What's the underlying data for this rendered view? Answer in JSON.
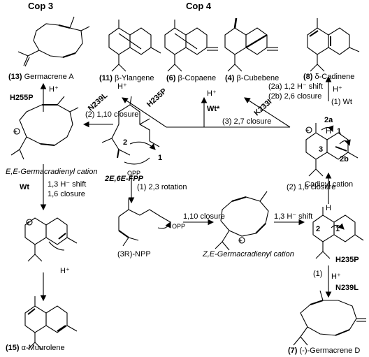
{
  "headers": {
    "cop3": "Cop 3",
    "cop4": "Cop 4"
  },
  "compounds": {
    "c13": {
      "num": "(13)",
      "name": "Germacrene A"
    },
    "c11": {
      "num": "(11)",
      "name": "β-Ylangene"
    },
    "c6": {
      "num": "(6)",
      "name": "β-Copaene"
    },
    "c4": {
      "num": "(4)",
      "name": "β-Cubebene"
    },
    "c8": {
      "num": "(8)",
      "name": "δ-Cadinene"
    },
    "c15": {
      "num": "(15)",
      "name": "α-Muurolene"
    },
    "c7": {
      "num": "(7)",
      "name": "(-)-Germacrene D"
    }
  },
  "intermediates": {
    "ee_cation": "E,E-Germacradienyl cation",
    "fpp": "2E,6E-FPP",
    "npp": "(3R)-NPP",
    "ze_cation": "Z,E-Germacradienyl cation",
    "cadinyl": "Cadinyl cation"
  },
  "steps": {
    "h255p": "H255P",
    "h_plus": "H⁺",
    "step2_110": "(2) 1,10 closure",
    "wt": "Wt",
    "wt_star": "Wt*",
    "shift13": "1,3 H⁻ shift",
    "closure16": "1,6 closure",
    "n239l": "N239L",
    "h235p": "H235P",
    "k233i": "K233I",
    "step2a": "(2a) 1,2 H⁻ shift",
    "step2b": "(2b) 2,6 closure",
    "step3": "(3) 2,7 closure",
    "step1wt": "(1)  Wt",
    "step1rot": "(1) 2,3 rotation",
    "closure110": "1,10 closure",
    "shift13b": "1,3 H⁻ shift",
    "step2_16": "(2) 1,6 closure",
    "step1": "(1)",
    "opp": "OPP",
    "h": "H",
    "n1": "1",
    "n2": "2",
    "n3": "3",
    "n2a": "2a",
    "n2b": "2b",
    "plus": "+"
  }
}
